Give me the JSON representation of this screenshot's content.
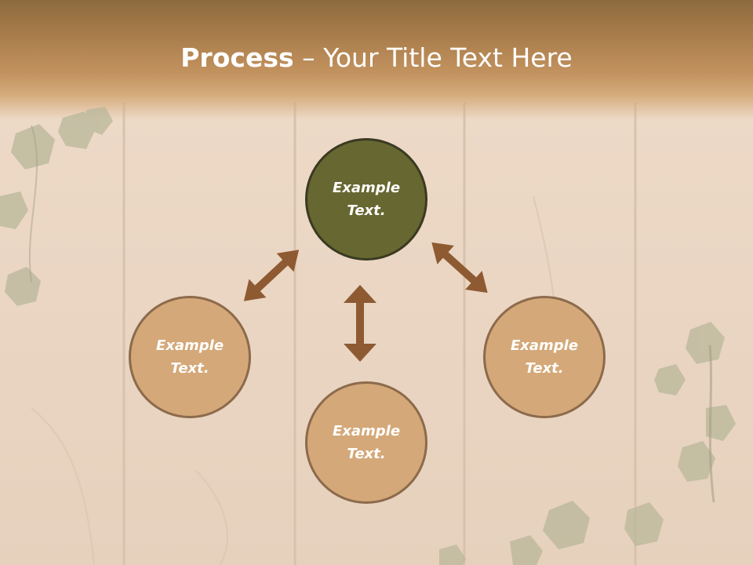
{
  "slide": {
    "title_bold": "Process",
    "title_rest": " – Your Title Text Here"
  },
  "nodes": {
    "top": "Example\nText.",
    "left": "Example\nText.",
    "right": "Example\nText.",
    "bottom": "Example\nText."
  },
  "colors": {
    "dark_node": "#676731",
    "light_node": "#d4a878",
    "arrow": "#8e5a32"
  }
}
